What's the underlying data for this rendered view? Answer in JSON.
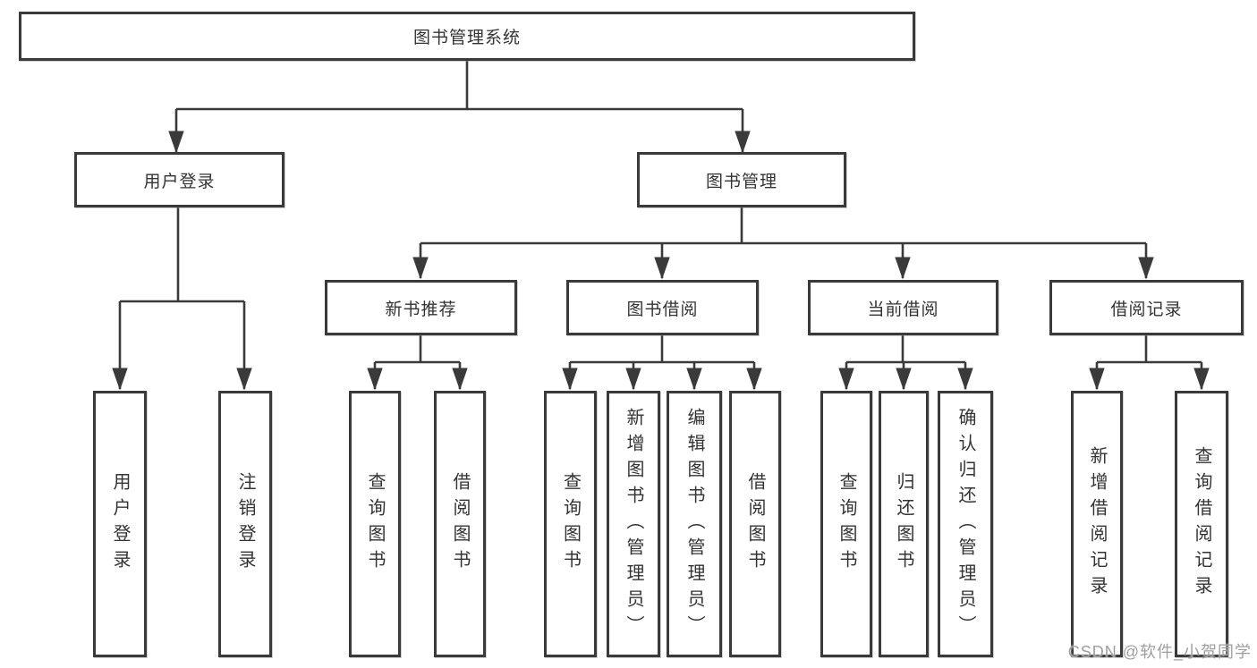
{
  "diagram": {
    "nodes": {
      "root": "图书管理系统",
      "user_login": "用户登录",
      "book_mgmt": "图书管理",
      "new_book_rec": "新书推荐",
      "book_borrow": "图书借阅",
      "current_borrow": "当前借阅",
      "borrow_records": "借阅记录",
      "leaf_user_login": "用户登录",
      "leaf_logout": "注销登录",
      "rec_query_books": "查询图书",
      "rec_borrow_books": "借阅图书",
      "bb_query_books": "查询图书",
      "bb_add_books": "新增图书（管理员）",
      "bb_edit_books": "编辑图书（管理员）",
      "bb_borrow_books": "借阅图书",
      "cb_query_books": "查询图书",
      "cb_return_books": "归还图书",
      "cb_confirm_return": "确认归还（管理员）",
      "br_add_records": "新增借阅记录",
      "br_query_records": "查询借阅记录"
    },
    "structure": {
      "root": [
        "user_login",
        "book_mgmt"
      ],
      "user_login": [
        "leaf_user_login",
        "leaf_logout"
      ],
      "book_mgmt": [
        "new_book_rec",
        "book_borrow",
        "current_borrow",
        "borrow_records"
      ],
      "new_book_rec": [
        "rec_query_books",
        "rec_borrow_books"
      ],
      "book_borrow": [
        "bb_query_books",
        "bb_add_books",
        "bb_edit_books",
        "bb_borrow_books"
      ],
      "current_borrow": [
        "cb_query_books",
        "cb_return_books",
        "cb_confirm_return"
      ],
      "borrow_records": [
        "br_add_records",
        "br_query_records"
      ]
    },
    "colors": {
      "line": "#3a3a3a",
      "text": "#333333",
      "box_fill": "#ffffff",
      "background": "#ffffff",
      "watermark": "#9e9e9e"
    }
  },
  "watermark": "CSDN @软件_小贺同学"
}
